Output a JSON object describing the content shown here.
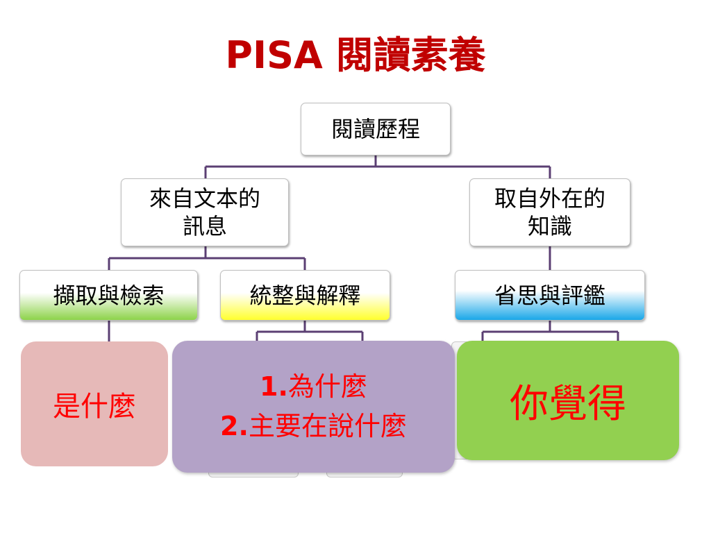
{
  "title": "PISA 閱讀素養",
  "diagram": {
    "root": "閱讀歷程",
    "branches": {
      "text_based": "來自文本的\n訊息",
      "external": "取自外在的\n知識"
    },
    "processes": {
      "retrieve": "擷取與檢索",
      "integrate": "統整與解釋",
      "reflect": "省思與評鑑"
    },
    "colors": {
      "connector": "#5b3f73",
      "title": "#c00000",
      "card_text": "#ff0000",
      "retrieve_fill": "#8dd34a",
      "integrate_fill": "#ffff2e",
      "reflect_fill": "#1aa7e8",
      "pink_card": "#e6b9b8",
      "purple_card": "#b3a2c7",
      "lime_card": "#92d050"
    }
  },
  "cards": {
    "what": "是什麼",
    "why": {
      "line1_num": "1.",
      "line1_text": "為什麼",
      "line2_num": "2.",
      "line2_text": "主要在說什麼"
    },
    "opinion": "你覺得"
  }
}
